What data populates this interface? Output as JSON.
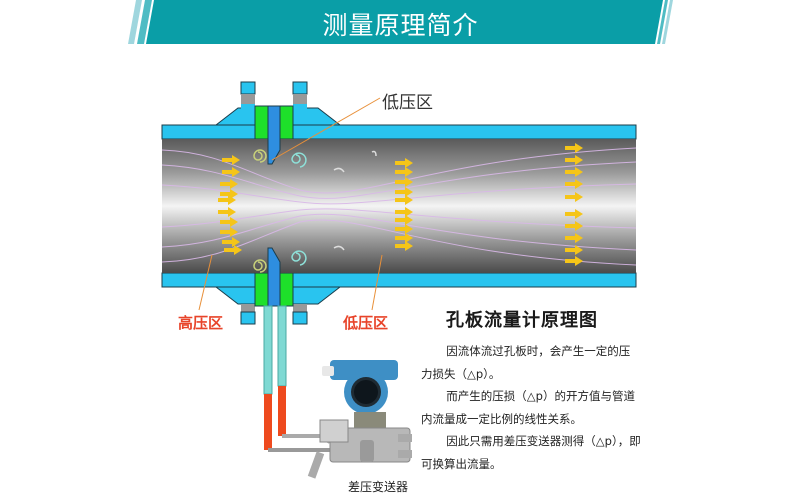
{
  "banner": {
    "title": "测量原理简介",
    "color": "#0a9ea7",
    "stripe_color": "#7fcbd3"
  },
  "diagram": {
    "title": "孔板流量计原理图",
    "labels": {
      "low_pressure_top": "低压区",
      "high_pressure": "高压区",
      "low_pressure_bottom": "低压区",
      "transmitter": "差压变送器"
    },
    "colors": {
      "pipe_wall": "#29c4ef",
      "flange_insert": "#1ee02a",
      "orifice_plate": "#2e8ee0",
      "flow_arrows": "#f5c518",
      "label_red": "#e8442a",
      "leader_line": "#e8903a",
      "manometer_red": "#ee4a1e",
      "manometer_teal": "#7fd9d3"
    }
  },
  "description": {
    "paragraphs": [
      "因流体流过孔板时，会产生一定的压力损失（△p）。",
      "而产生的压损（△p）的开方值与管道内流量成一定比例的线性关系。",
      "因此只需用差压变送器测得（△p），即可换算出流量。"
    ]
  }
}
